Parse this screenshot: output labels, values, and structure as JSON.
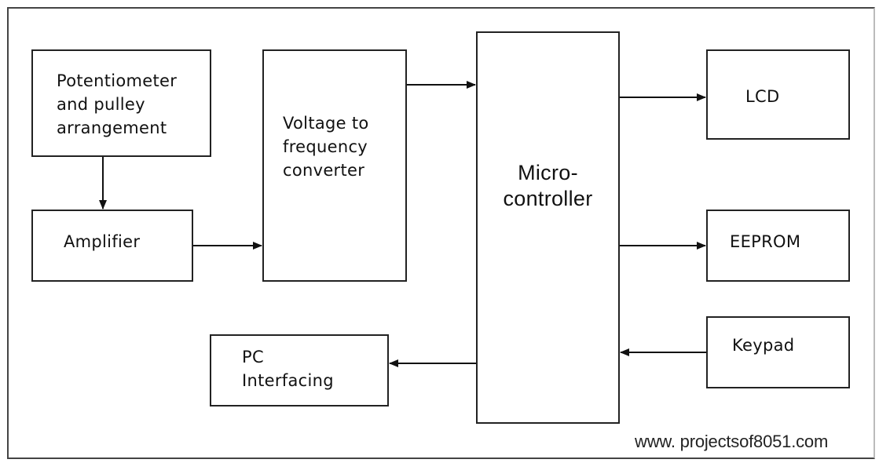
{
  "blocks": {
    "potentiometer": {
      "line1": "Potentiometer",
      "line2": "and pulley",
      "line3": "arrangement"
    },
    "amplifier": {
      "line1": "Amplifier"
    },
    "vfc": {
      "line1": "Voltage to",
      "line2": "frequency",
      "line3": "converter"
    },
    "microcontroller": {
      "line1": "Micro-",
      "line2": "controller"
    },
    "lcd": {
      "line1": "LCD"
    },
    "eeprom": {
      "line1": "EEPROM"
    },
    "keypad": {
      "line1": "Keypad"
    },
    "pc": {
      "line1": "PC",
      "line2": "Interfacing"
    }
  },
  "watermark": "www. projectsof8051.com",
  "colors": {
    "line": "#111111",
    "border": "#222222",
    "background": "#ffffff"
  }
}
